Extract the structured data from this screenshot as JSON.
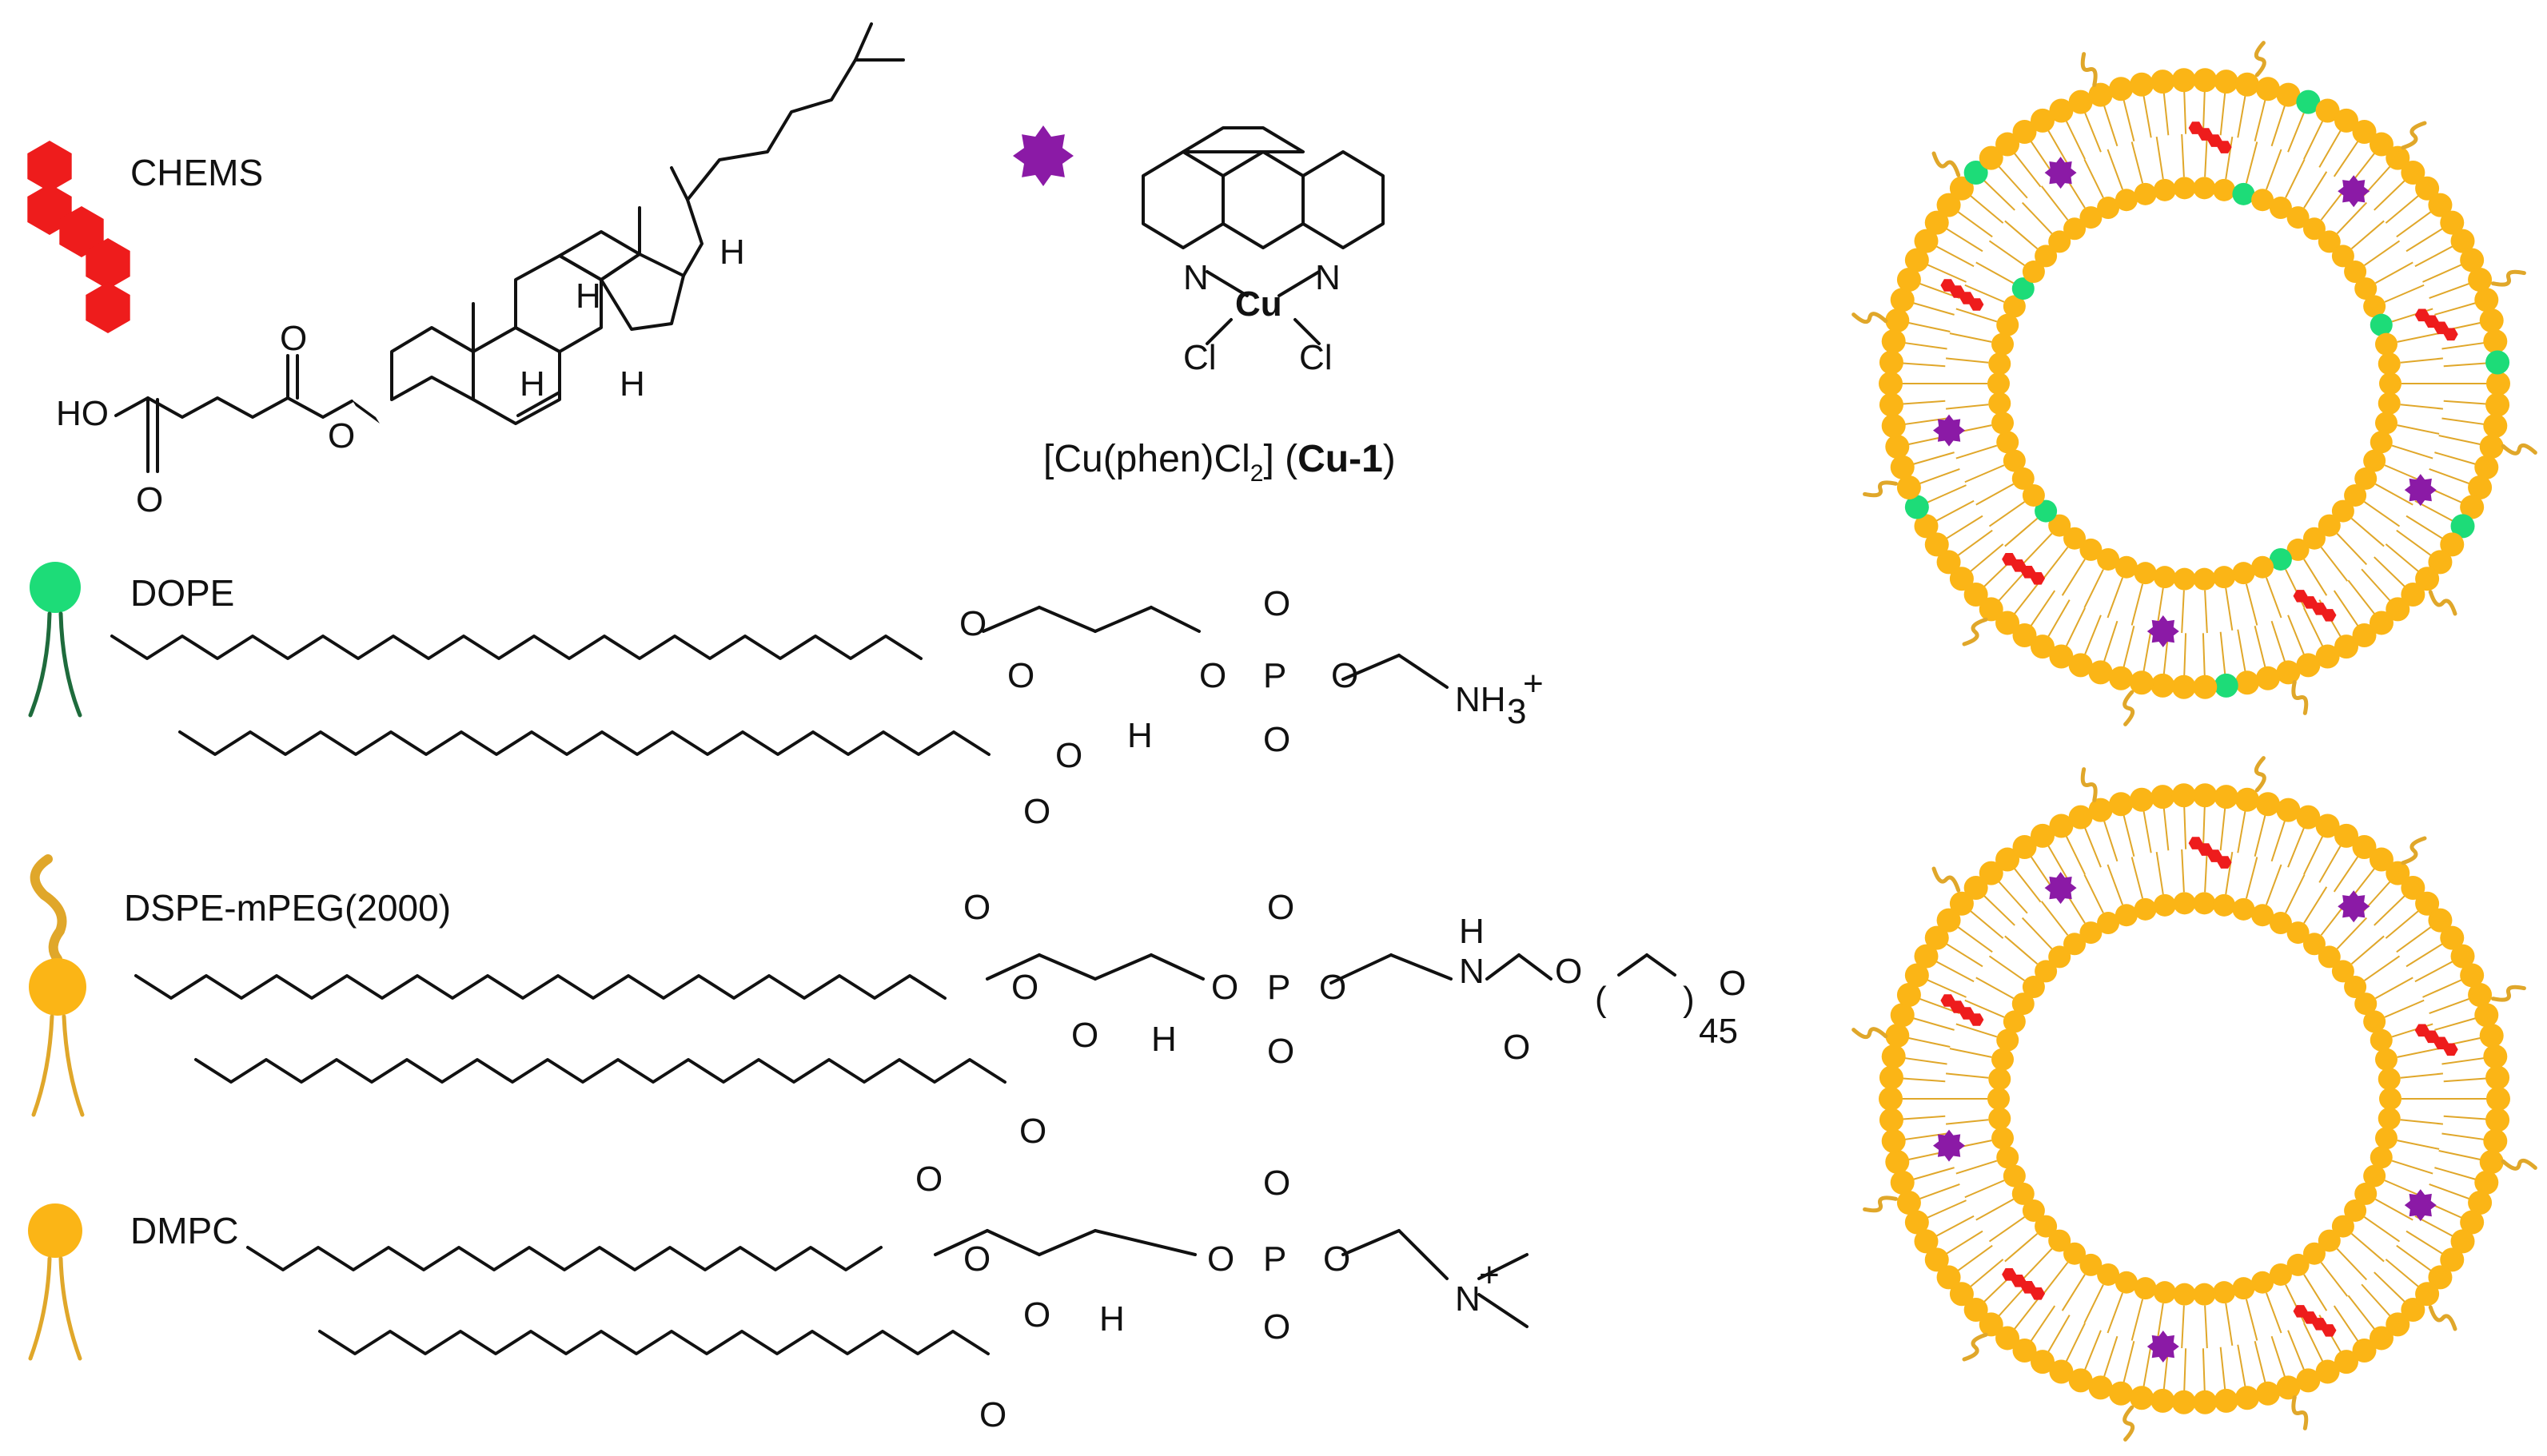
{
  "colors": {
    "chems": "#ee1c1c",
    "dope_head": "#1ddc78",
    "dope_tail": "#1e6b3c",
    "lipid_head": "#fbb516",
    "lipid_tail": "#e0a72a",
    "peg": "#e0a72a",
    "cu_complex": "#8b1aa6",
    "copper": "#1010dd",
    "ink": "#111111"
  },
  "legend": {
    "chems": "CHEMS",
    "dope": "DOPE",
    "dspe": "DSPE-mPEG(2000)",
    "dmpc": "DMPC",
    "cu_caption_main": "[Cu(phen)Cl",
    "cu_caption_sub": "2",
    "cu_caption_close": "] (",
    "cu_caption_bold": "Cu-1",
    "cu_caption_end": ")"
  },
  "atoms": {
    "ho": "HO",
    "o": "O",
    "h": "H",
    "n": "N",
    "cu": "Cu",
    "cl": "Cl",
    "p": "P",
    "o_minus": "O",
    "minus": "-",
    "minus_long": "–",
    "nh3": "NH",
    "nh3_sub": "3",
    "plus": "+",
    "nh": "N",
    "nh_h": "H",
    "n_plus": "N",
    "repeat_45": "45",
    "paren_open": "(",
    "paren_close": ")"
  },
  "vesicles": [
    {
      "name": "vesicle-with-dope",
      "components": [
        "DOPE",
        "CHEMS",
        "Cu-1",
        "DSPE-mPEG(2000)",
        "DMPC"
      ]
    },
    {
      "name": "vesicle-without-dope",
      "components": [
        "CHEMS",
        "Cu-1",
        "DSPE-mPEG(2000)",
        "DMPC"
      ]
    }
  ]
}
